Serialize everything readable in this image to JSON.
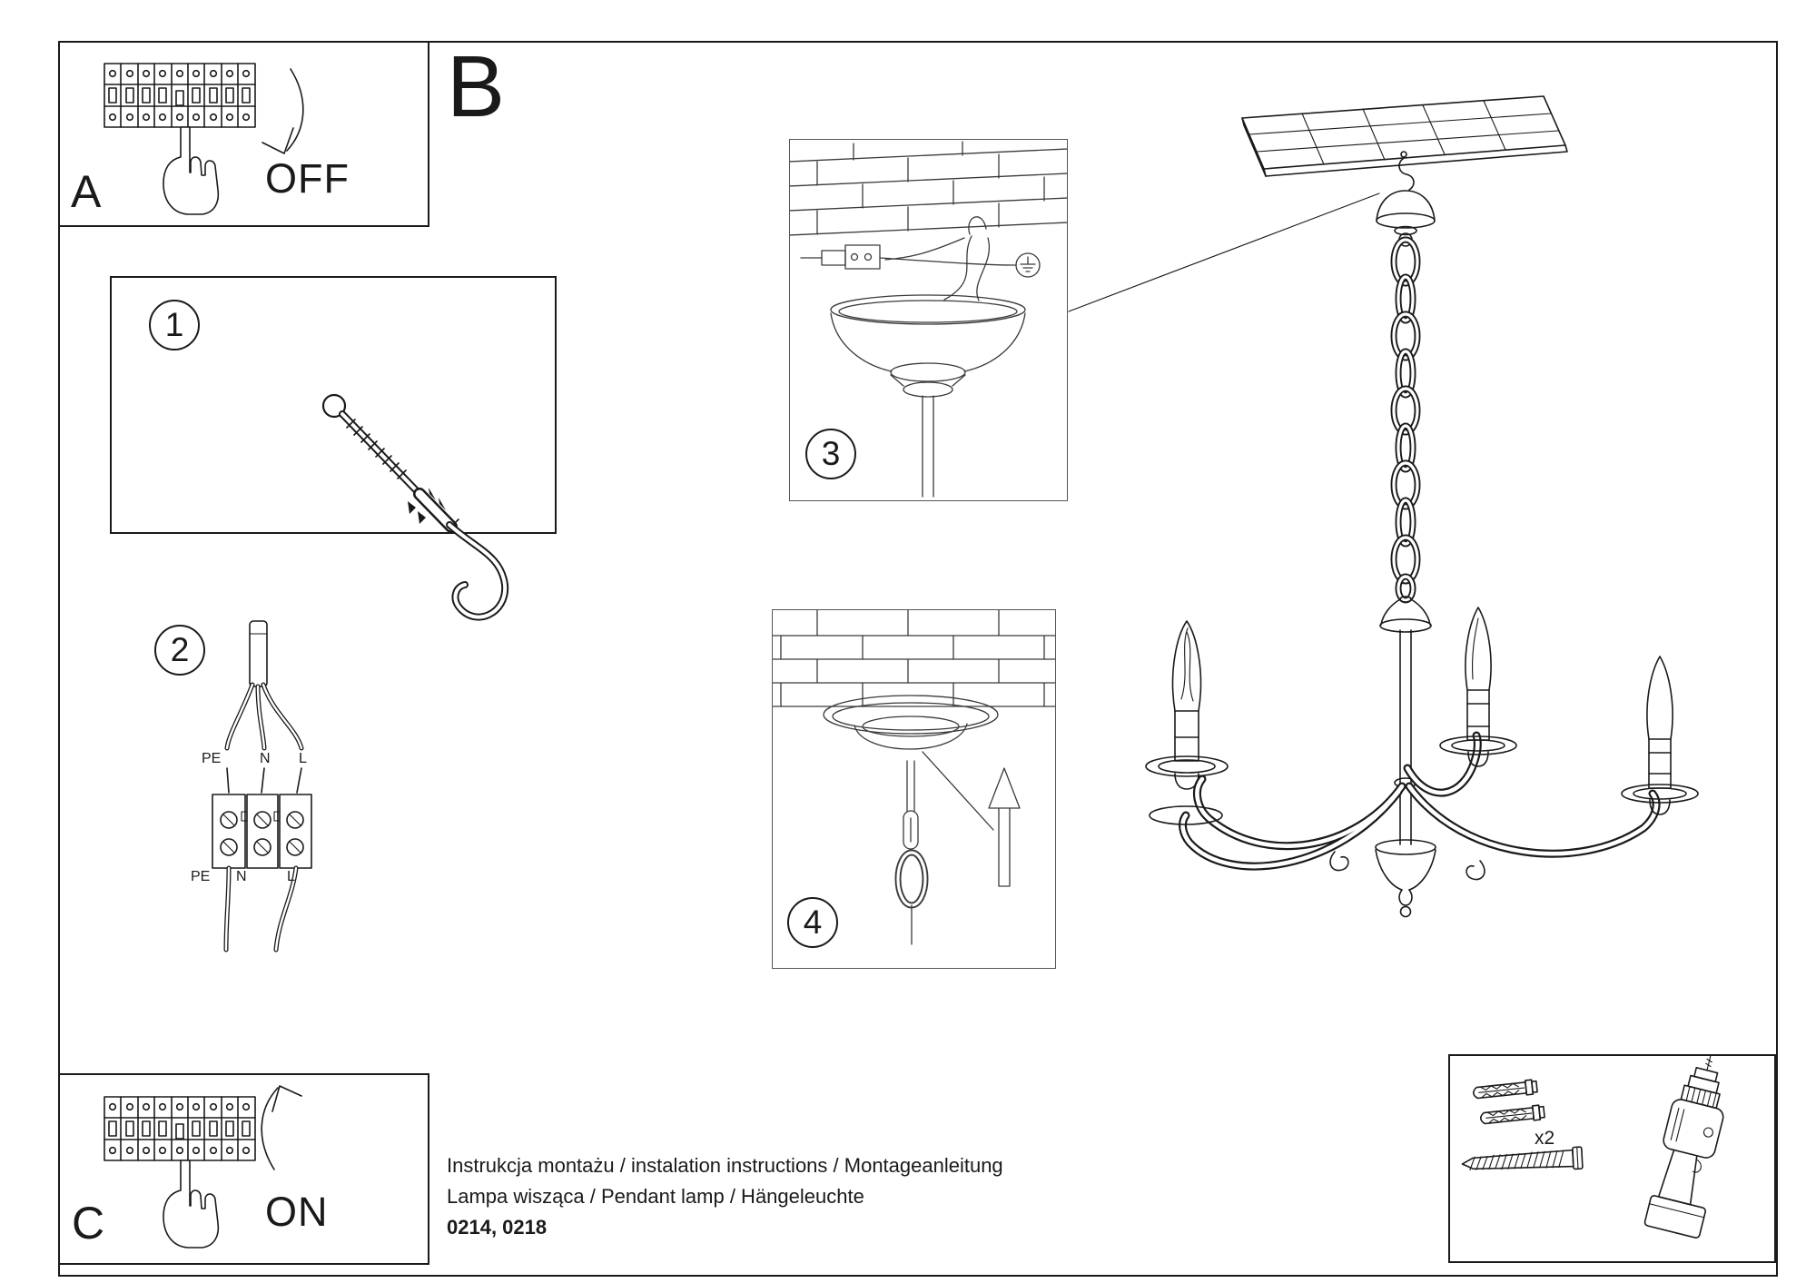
{
  "page": {
    "background": "#ffffff",
    "ink_color": "#1a1a1a"
  },
  "panels": {
    "a": {
      "letter": "A",
      "switch_state": "OFF"
    },
    "b": {
      "letter": "B"
    },
    "c": {
      "letter": "C",
      "switch_state": "ON"
    },
    "step1": {
      "number": "1"
    },
    "step2": {
      "number": "2",
      "wire_labels_upper": [
        "PE",
        "N",
        "L"
      ],
      "wire_labels_lower": [
        "PE",
        "N",
        "L"
      ]
    },
    "step3": {
      "number": "3"
    },
    "step4": {
      "number": "4"
    }
  },
  "hardware": {
    "anchor_quantity": "x2"
  },
  "footer": {
    "line1": "Instrukcja montażu / instalation instructions / Montageanleitung",
    "line2": "Lampa wisząca / Pendant lamp / Hängeleuchte",
    "line3": "0214, 0218"
  }
}
